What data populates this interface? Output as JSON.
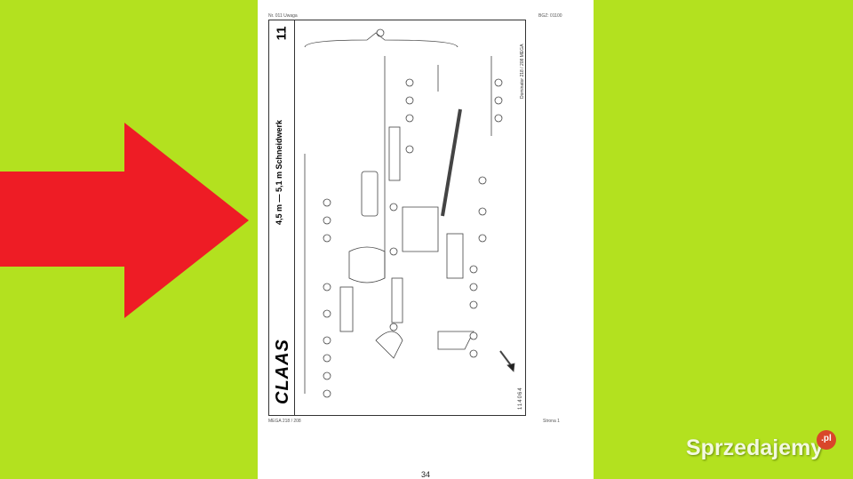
{
  "colors": {
    "background": "#b3e11f",
    "arrow": "#ee1c25",
    "page": "#ffffff"
  },
  "arrow": {
    "icon": "arrow-right-icon"
  },
  "document": {
    "header_left": "Nr. 011  Uwaga",
    "header_right": "BGZ: 01100",
    "section_number": "11",
    "title": "4,5 m — 5,1 m Schneidwerk",
    "logo": "CLAAS",
    "side_model": "Dominator 218 / 208 MEGA",
    "drawing_number": "114064",
    "footer_left": "MEGA 218 / 208",
    "footer_right": "Strona 1",
    "page_number": "34"
  },
  "watermark": {
    "text": "Sprzedajemy",
    "suffix": ".pl"
  }
}
